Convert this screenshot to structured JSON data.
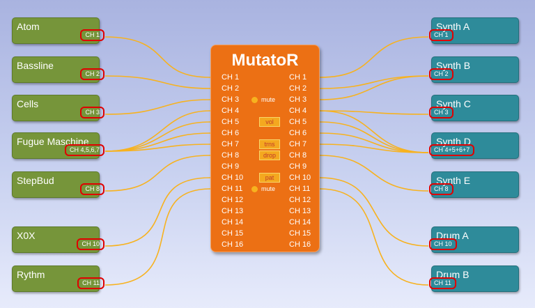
{
  "mutator_title": "MutatoR",
  "sources": [
    {
      "name": "Atom",
      "channel": "CH 1"
    },
    {
      "name": "Bassline",
      "channel": "CH 2"
    },
    {
      "name": "Cells",
      "channel": "CH 3"
    },
    {
      "name": "Fugue Maschine",
      "channel": "CH 4,5,6,7"
    },
    {
      "name": "StepBud",
      "channel": "CH 8"
    },
    {
      "name": "X0X",
      "channel": "CH 10"
    },
    {
      "name": "Rythm",
      "channel": "CH 11"
    }
  ],
  "destinations": [
    {
      "name": "Synth A",
      "channel": "CH 1"
    },
    {
      "name": "Synth B",
      "channel": "CH 2"
    },
    {
      "name": "Synth C",
      "channel": "CH 3"
    },
    {
      "name": "Synth D",
      "channel": "CH 4+5+6+7"
    },
    {
      "name": "Synth E",
      "channel": "CH 8"
    },
    {
      "name": "Drum A",
      "channel": "CH 10"
    },
    {
      "name": "Drum B",
      "channel": "CH 11"
    }
  ],
  "input_channels": [
    "CH 1",
    "CH 2",
    "CH 3",
    "CH 4",
    "CH 5",
    "CH 6",
    "CH 7",
    "CH 8",
    "CH 9",
    "CH 10",
    "CH 11",
    "CH 12",
    "CH 13",
    "CH 14",
    "CH 15",
    "CH 16"
  ],
  "output_channels": [
    "CH 1",
    "CH 2",
    "CH 3",
    "CH 4",
    "CH 5",
    "CH 6",
    "CH 7",
    "CH 8",
    "CH 9",
    "CH 10",
    "CH 11",
    "CH 12",
    "CH 13",
    "CH 14",
    "CH 15",
    "CH 16"
  ],
  "processors": {
    "mute_ch3": "mute",
    "vol": "vol",
    "trns": "trns",
    "drop": "drop",
    "pat": "pat",
    "mute_ch11": "mute"
  },
  "colors": {
    "source_box": "#76953a",
    "destination_box": "#2e8b9a",
    "mutator_box": "#ec7014",
    "wire": "#f7b21f",
    "badge_outline": "#e00000"
  }
}
